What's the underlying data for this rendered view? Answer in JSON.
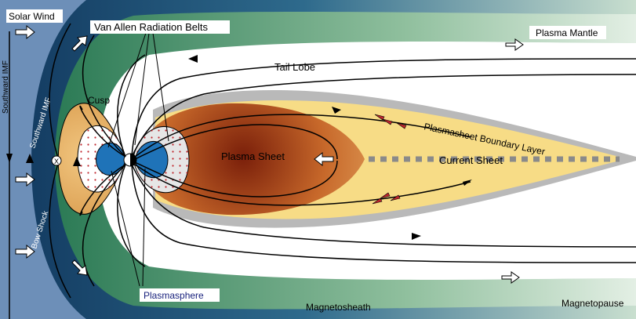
{
  "labels": {
    "solar_wind": "Solar Wind",
    "van_allen": "Van Allen Radiation Belts",
    "plasma_mantle": "Plasma Mantle",
    "southward_imf_outer": "Southward IMF",
    "southward_imf_inner": "Southward IMF",
    "tail_lobe": "Tail Lobe",
    "cusp": "Cusp",
    "plasmasheet_boundary_layer": "Plasmasheet Boundary Layer",
    "plasma_sheet": "Plasma  Sheet",
    "current_sheet": "Current Sheet",
    "bow_shock": "Bow Shock",
    "plasmasphere": "Plasmasphere",
    "magnetosheath": "Magnetosheath",
    "magnetopause": "Magnetopause",
    "x_marker": "X"
  },
  "colors": {
    "solar_wind_bg": "#6d8fb8",
    "magnetosheath_dark": "#1f4a73",
    "mantle_green": "#3f8a62",
    "plasma_core": "#7a1f0a",
    "plasma_tan": "#f1c987",
    "current_sheet_yellow": "#f7dc86",
    "boundary_gray": "#b9b9b9",
    "plasmasphere_blue": "#1f73b8",
    "plasmasphere_label": "#1a237e",
    "arrow_red": "#c0262d"
  }
}
